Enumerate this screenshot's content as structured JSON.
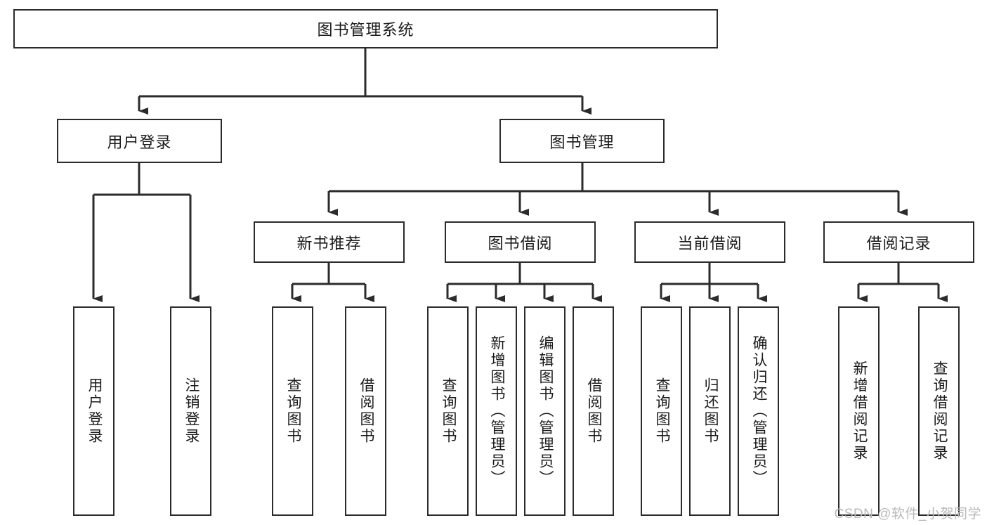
{
  "diagram": {
    "type": "tree-hierarchy-chart",
    "title": "图书管理系统",
    "stroke_color": "#2b2b2b",
    "background_color": "#ffffff",
    "nodes": {
      "root": {
        "label": "图书管理系统",
        "level": 1,
        "orientation": "horizontal"
      },
      "l2": [
        {
          "id": "user-login",
          "label": "用户登录",
          "level": 2,
          "orientation": "horizontal"
        },
        {
          "id": "book-manage",
          "label": "图书管理",
          "level": 2,
          "orientation": "horizontal"
        }
      ],
      "l3": [
        {
          "id": "new-book-rec",
          "label": "新书推荐",
          "level": 3,
          "orientation": "horizontal",
          "parent": "book-manage"
        },
        {
          "id": "book-borrow",
          "label": "图书借阅",
          "level": 3,
          "orientation": "horizontal",
          "parent": "book-manage"
        },
        {
          "id": "current-borrow",
          "label": "当前借阅",
          "level": 3,
          "orientation": "horizontal",
          "parent": "book-manage"
        },
        {
          "id": "borrow-record",
          "label": "借阅记录",
          "level": 3,
          "orientation": "horizontal",
          "parent": "book-manage"
        }
      ],
      "leaves": [
        {
          "id": "leaf-user-login",
          "label": "用户登录",
          "parent": "user-login",
          "orientation": "vertical"
        },
        {
          "id": "leaf-user-logout",
          "label": "注销登录",
          "parent": "user-login",
          "orientation": "vertical"
        },
        {
          "id": "leaf-query-book-1",
          "label": "查询图书",
          "parent": "new-book-rec",
          "orientation": "vertical"
        },
        {
          "id": "leaf-borrow-book-1",
          "label": "借阅图书",
          "parent": "new-book-rec",
          "orientation": "vertical"
        },
        {
          "id": "leaf-query-book-2",
          "label": "查询图书",
          "parent": "book-borrow",
          "orientation": "vertical"
        },
        {
          "id": "leaf-add-book",
          "label": "新增图书（管理员）",
          "parent": "book-borrow",
          "orientation": "vertical"
        },
        {
          "id": "leaf-edit-book",
          "label": "编辑图书（管理员）",
          "parent": "book-borrow",
          "orientation": "vertical"
        },
        {
          "id": "leaf-borrow-book-2",
          "label": "借阅图书",
          "parent": "book-borrow",
          "orientation": "vertical"
        },
        {
          "id": "leaf-query-book-3",
          "label": "查询图书",
          "parent": "current-borrow",
          "orientation": "vertical"
        },
        {
          "id": "leaf-return-book",
          "label": "归还图书",
          "parent": "current-borrow",
          "orientation": "vertical"
        },
        {
          "id": "leaf-confirm-return",
          "label": "确认归还（管理员）",
          "parent": "current-borrow",
          "orientation": "vertical"
        },
        {
          "id": "leaf-add-record",
          "label": "新增借阅记录",
          "parent": "borrow-record",
          "orientation": "vertical"
        },
        {
          "id": "leaf-query-record",
          "label": "查询借阅记录",
          "parent": "borrow-record",
          "orientation": "vertical"
        }
      ]
    },
    "watermark": "CSDN @软件_小贺同学"
  }
}
